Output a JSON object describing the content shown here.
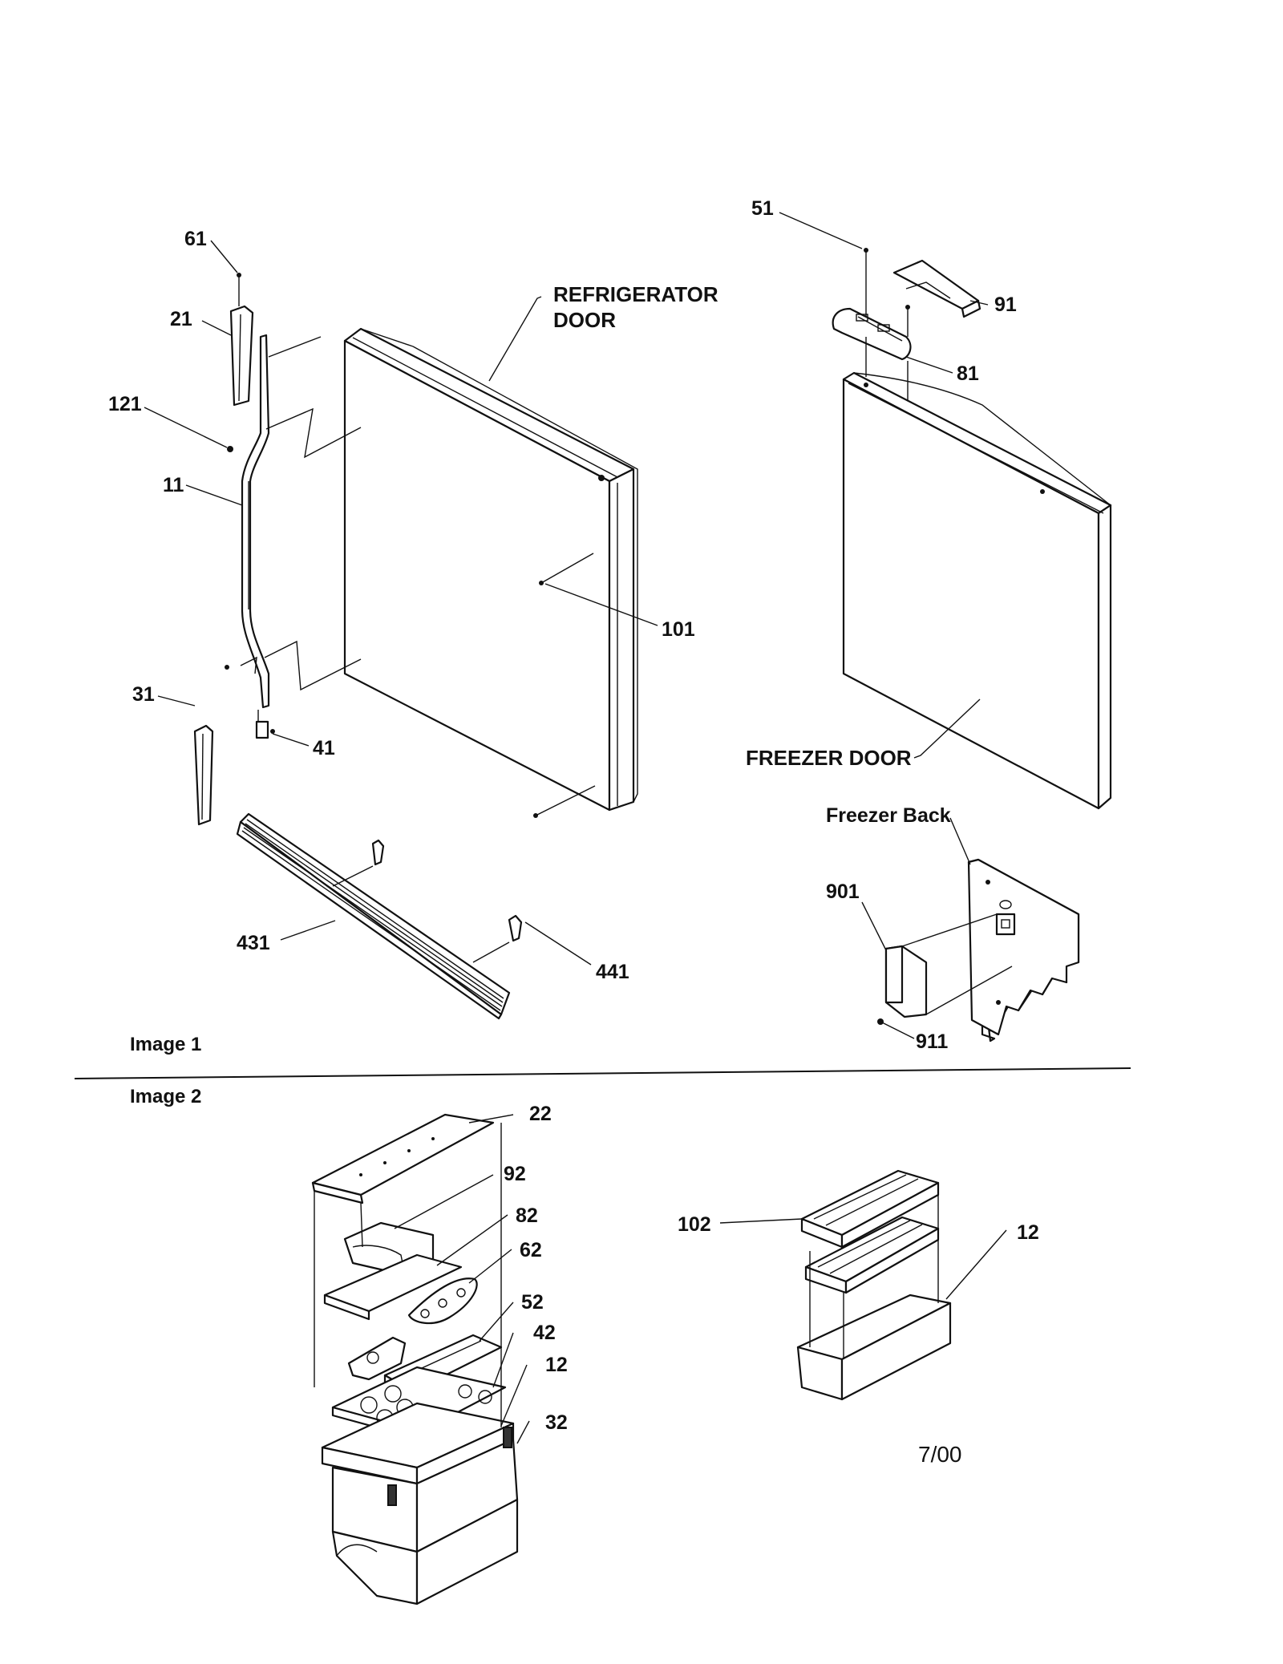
{
  "sections": {
    "image1": "Image 1",
    "image2": "Image 2"
  },
  "labels": {
    "refrigerator_door_line1": "REFRIGERATOR",
    "refrigerator_door_line2": "DOOR",
    "freezer_door": "FREEZER DOOR",
    "freezer_back": "Freezer Back"
  },
  "parts": {
    "p61": "61",
    "p21": "21",
    "p121": "121",
    "p11": "11",
    "p31": "31",
    "p41": "41",
    "p101": "101",
    "p431": "431",
    "p441": "441",
    "p51": "51",
    "p91": "91",
    "p81": "81",
    "p901": "901",
    "p911": "911",
    "p22": "22",
    "p92": "92",
    "p82": "82",
    "p62": "62",
    "p52": "52",
    "p42": "42",
    "p12a": "12",
    "p32": "32",
    "p102": "102",
    "p12b": "12"
  },
  "date": "7/00"
}
